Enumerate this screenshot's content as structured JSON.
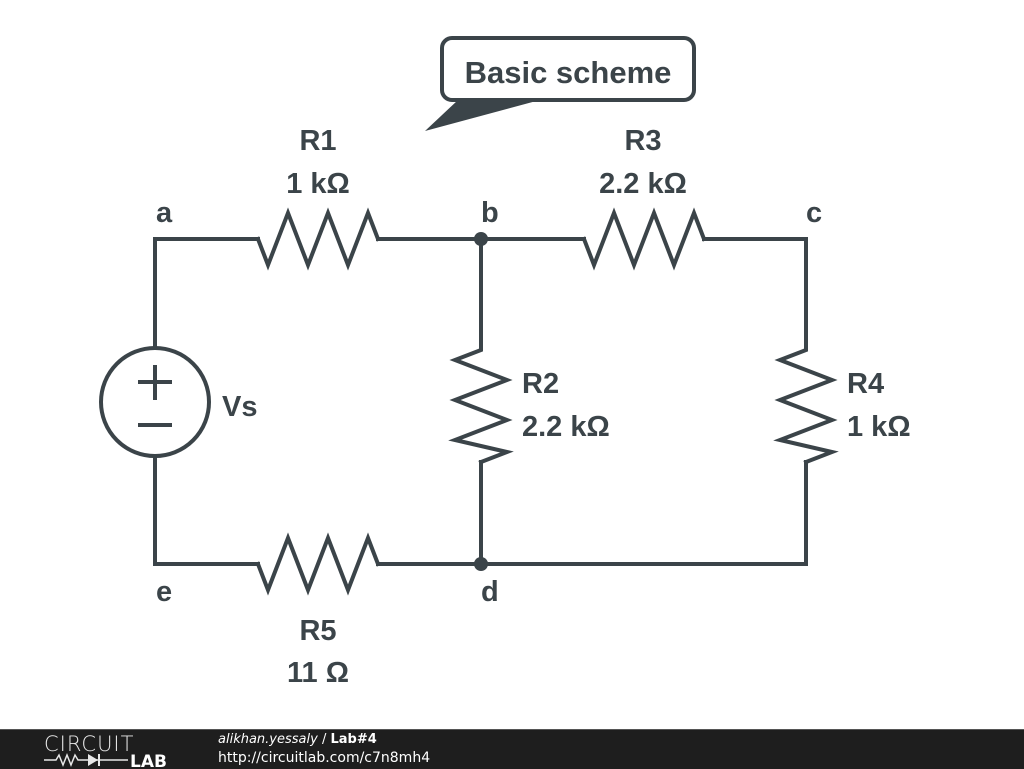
{
  "diagram": {
    "callout": "Basic scheme",
    "nodes": {
      "a": "a",
      "b": "b",
      "c": "c",
      "d": "d",
      "e": "e"
    },
    "source": {
      "name": "Vs",
      "plus": "+",
      "minus": "−"
    },
    "resistors": [
      {
        "name": "R1",
        "value": "1 kΩ"
      },
      {
        "name": "R2",
        "value": "2.2 kΩ"
      },
      {
        "name": "R3",
        "value": "2.2 kΩ"
      },
      {
        "name": "R4",
        "value": "1 kΩ"
      },
      {
        "name": "R5",
        "value": "11 Ω"
      }
    ]
  },
  "footer": {
    "logo_top": "CIRCUIT",
    "logo_bottom": "LAB",
    "user": "alikhan.yessaly",
    "separator": " / ",
    "project": "Lab#4",
    "url": "http://circuitlab.com/c7n8mh4"
  }
}
